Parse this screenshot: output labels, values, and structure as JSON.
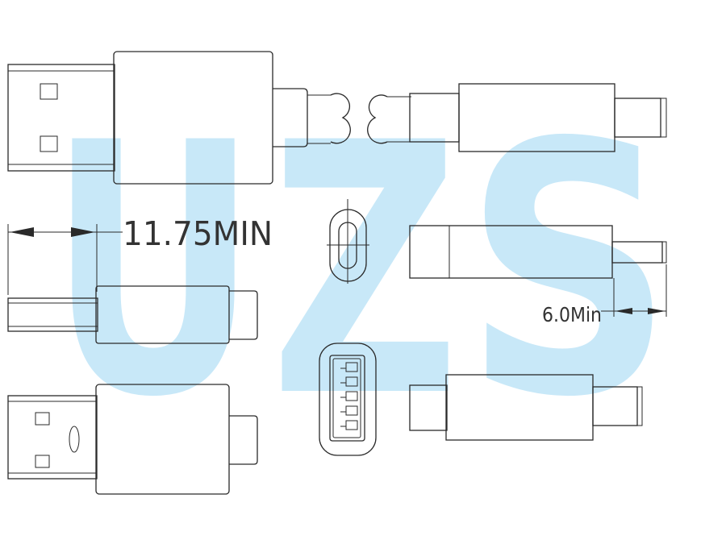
{
  "watermark": {
    "letters": [
      "U",
      "Z",
      "S"
    ],
    "color": "#7cc8ee",
    "opacity": 0.42
  },
  "dimensions": {
    "plug_insertion_length": "11.75MIN",
    "overmold_clearance": "6.0Min"
  },
  "colors": {
    "line": "#2a2a2a",
    "background": "#ffffff"
  }
}
